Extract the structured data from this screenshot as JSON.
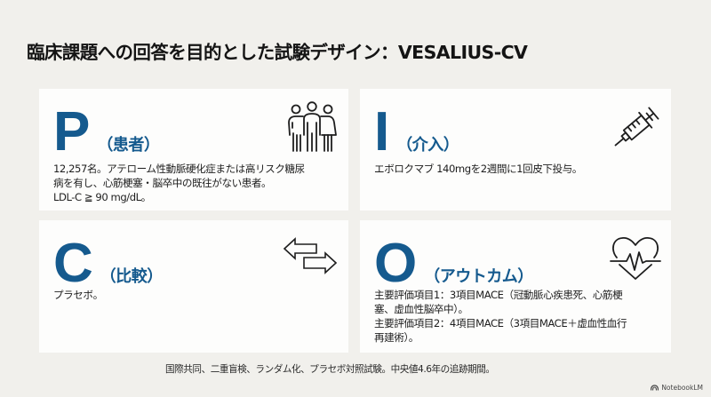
{
  "title": "臨床課題への回答を目的とした試験デザイン：VESALIUS-CV",
  "colors": {
    "accent": "#155a8e",
    "background": "#f1f0ec",
    "card": "#fdfdfc",
    "text": "#1e1e1e"
  },
  "cards": {
    "p": {
      "letter": "P",
      "label": "（患者）",
      "icon": "people-group-icon",
      "lines": [
        "12,257名。アテローム性動脈硬化症または高リスク糖尿",
        "病を有し、心筋梗塞・脳卒中の既往がない患者。",
        "LDL-C ≧ 90 mg/dL。"
      ]
    },
    "i": {
      "letter": "I",
      "label": "（介入）",
      "icon": "syringe-icon",
      "lines": [
        "エボロクマブ 140mgを2週間に1回皮下投与。"
      ]
    },
    "c": {
      "letter": "C",
      "label": "（比較）",
      "icon": "swap-arrows-icon",
      "lines": [
        "プラセボ。"
      ]
    },
    "o": {
      "letter": "O",
      "label": "（アウトカム）",
      "icon": "heart-pulse-icon",
      "lines": [
        "主要評価項目1：3項目MACE（冠動脈心疾患死、心筋梗",
        "塞、虚血性脳卒中）。",
        "主要評価項目2：4項目MACE（3項目MACE＋虚血性血行",
        "再建術）。"
      ]
    }
  },
  "footer": {
    "note": "国際共同、二重盲検、ランダム化、プラセボ対照試験。中央値4.6年の追跡期間。",
    "brand": "NotebookLM"
  }
}
